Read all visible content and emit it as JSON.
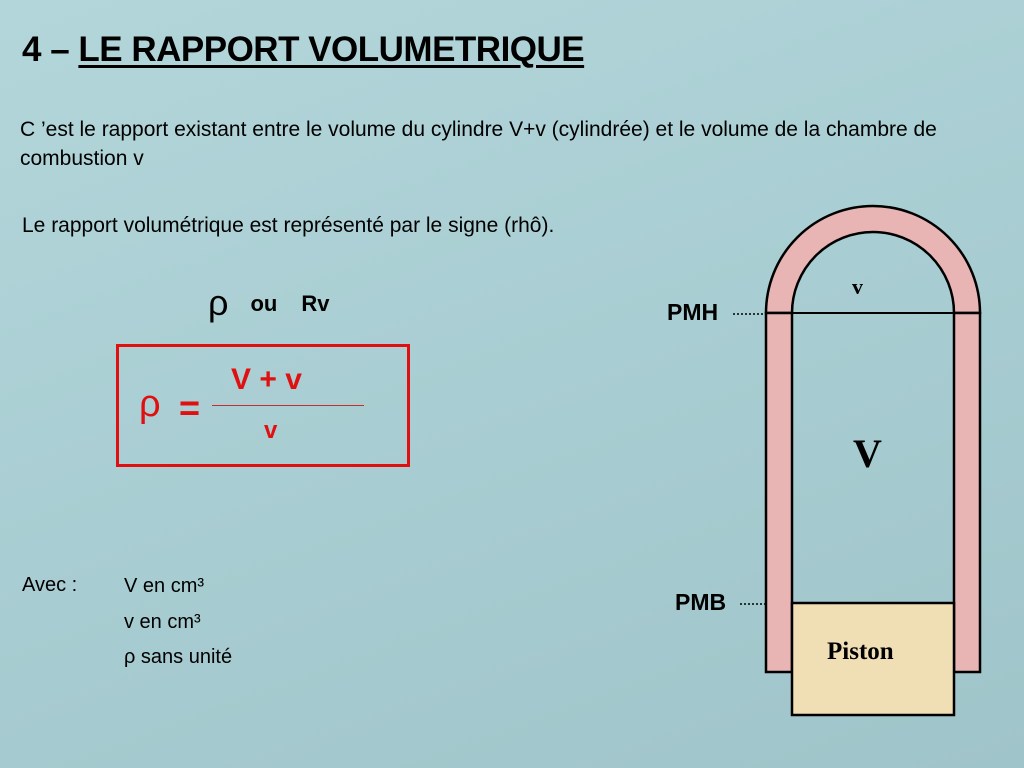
{
  "title": {
    "number": "4 –",
    "text": "LE RAPPORT VOLUMETRIQUE"
  },
  "paragraph1": "C ’est le rapport existant entre le volume du cylindre V+v (cylindrée) et le volume de la chambre de combustion v",
  "paragraph2": "Le rapport volumétrique est représenté par le signe (rhô).",
  "symbols": {
    "rho": "ρ",
    "ou": "ou",
    "rv": "Rv"
  },
  "formula": {
    "lhs": "ρ",
    "eq": "=",
    "numerator": "V + v",
    "denominator": "v"
  },
  "units": {
    "label": "Avec :",
    "items": [
      "V en cm³",
      "v en cm³",
      "ρ sans unité"
    ]
  },
  "diagram": {
    "chamber_label": "v",
    "volume_label": "V",
    "piston_label": "Piston",
    "pmh": "PMH",
    "pmb": "PMB"
  },
  "colors": {
    "formula": "#e01010",
    "wall": "#e8b4b4",
    "piston": "#f0deb4"
  }
}
